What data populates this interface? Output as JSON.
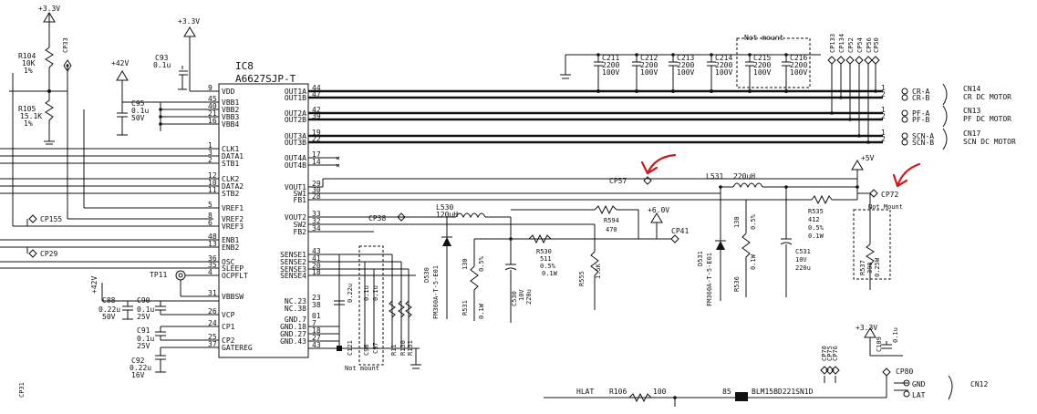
{
  "ic": {
    "ref": "IC8",
    "part": "A6627SJP-T",
    "left_pins": [
      {
        "name": "VDD",
        "num": "9"
      },
      {
        "name": "VBB1",
        "num": "45"
      },
      {
        "name": "VBB2",
        "num": "40"
      },
      {
        "name": "VBB3",
        "num": "21"
      },
      {
        "name": "VBB4",
        "num": "16"
      },
      {
        "name": "CLK1",
        "num": "1"
      },
      {
        "name": "DATA1",
        "num": "3"
      },
      {
        "name": "STB1",
        "num": "2"
      },
      {
        "name": "CLK2",
        "num": "12"
      },
      {
        "name": "DATA2",
        "num": "10"
      },
      {
        "name": "STB2",
        "num": "11"
      },
      {
        "name": "VREF1",
        "num": "5"
      },
      {
        "name": "VREF2",
        "num": "8"
      },
      {
        "name": "VREF3",
        "num": "6"
      },
      {
        "name": "ENB1",
        "num": "48"
      },
      {
        "name": "ENB2",
        "num": "13"
      },
      {
        "name": "OSC",
        "num": "36"
      },
      {
        "name": "SLEEP",
        "num": "35"
      },
      {
        "name": "OCPFLT",
        "num": "4"
      },
      {
        "name": "VBBSW",
        "num": "31"
      },
      {
        "name": "VCP",
        "num": "26"
      },
      {
        "name": "CP1",
        "num": "24"
      },
      {
        "name": "CP2",
        "num": "25"
      },
      {
        "name": "GATEREG",
        "num": "37"
      }
    ],
    "right_pins": [
      {
        "name": "OUT1A",
        "num": "44"
      },
      {
        "name": "OUT1B",
        "num": "47"
      },
      {
        "name": "OUT2A",
        "num": "42"
      },
      {
        "name": "OUT2B",
        "num": "39"
      },
      {
        "name": "OUT3A",
        "num": "19"
      },
      {
        "name": "OUT3B",
        "num": "22"
      },
      {
        "name": "OUT4A",
        "num": "17"
      },
      {
        "name": "OUT4B",
        "num": "14"
      },
      {
        "name": "VOUT1",
        "num": "29"
      },
      {
        "name": "SW1",
        "num": "30"
      },
      {
        "name": "FB1",
        "num": "28"
      },
      {
        "name": "VOUT2",
        "num": "33"
      },
      {
        "name": "SW2",
        "num": "32"
      },
      {
        "name": "FB2",
        "num": "34"
      },
      {
        "name": "SENSE1",
        "num": "43"
      },
      {
        "name": "SENSE2",
        "num": "41"
      },
      {
        "name": "SENSE3",
        "num": "20"
      },
      {
        "name": "SENSE4",
        "num": "18"
      },
      {
        "name": "NC_23",
        "num": "23"
      },
      {
        "name": "NC_38",
        "num": "38"
      },
      {
        "name": "GND_7",
        "num": "01"
      },
      {
        "name": "GND_18",
        "num": "7"
      },
      {
        "name": "GND_27",
        "num": "18"
      },
      {
        "name": "GND_43",
        "num": "27"
      },
      {
        "name": "",
        "num": "43"
      }
    ]
  },
  "power": {
    "v33_a": "+3.3V",
    "v33_b": "+3.3V",
    "v42": "+42V",
    "v42_side": "+42V",
    "v5": "+5V",
    "v6": "+6.0V",
    "v33_c": "+3.3V"
  },
  "parts": {
    "r104": [
      "R104",
      "10K",
      "1%"
    ],
    "r105": [
      "R105",
      "15.1K",
      "1%"
    ],
    "cp33": "CP33",
    "c93": [
      "C93",
      "0.1u"
    ],
    "c95": [
      "C95",
      "0.1u",
      "50V"
    ],
    "cp155": "CP155",
    "cp29": "CP29",
    "tp11": "TP11",
    "c88": [
      "C88",
      "0.22u",
      "50V"
    ],
    "c90": [
      "C90",
      "0.1u",
      "25V"
    ],
    "c91": [
      "C91",
      "0.1u",
      "25V"
    ],
    "c92": [
      "C92",
      "0.22u",
      "16V"
    ],
    "cp31": "CP31",
    "caps_top": [
      {
        "ref": "C211",
        "val": "2200",
        "v": "100V"
      },
      {
        "ref": "C212",
        "val": "2200",
        "v": "100V"
      },
      {
        "ref": "C213",
        "val": "2200",
        "v": "100V"
      },
      {
        "ref": "C214",
        "val": "2200",
        "v": "100V"
      },
      {
        "ref": "C215",
        "val": "2200",
        "v": "100V"
      },
      {
        "ref": "C216",
        "val": "2200",
        "v": "100V"
      }
    ],
    "not_mount_top": "Not mount",
    "cp_top": [
      "CP133",
      "CP134",
      "CP52",
      "CP54",
      "CP56",
      "CP50"
    ],
    "cp57": "CP57",
    "l531": [
      "L531",
      "220uH"
    ],
    "cp72": "CP72",
    "cp38": "CP38",
    "l530": [
      "L530",
      "120uH"
    ],
    "r594": [
      "R594",
      "470"
    ],
    "cp41": "CP41",
    "d530": [
      "D530",
      "FM360A-T-5-E01"
    ],
    "r531": [
      "R531",
      "130",
      "0.1W",
      "0.5%"
    ],
    "c530": [
      "C530",
      "10V",
      "220u"
    ],
    "r530": [
      "R530",
      "511",
      "0.5%",
      "0.1W"
    ],
    "r555": [
      "R555",
      "1.5K"
    ],
    "d531": [
      "D531",
      "FM360A-T-5-E01"
    ],
    "r536": [
      "R536",
      "130",
      "0.1W",
      "0.5%"
    ],
    "c531": [
      "C531",
      "10V",
      "220u"
    ],
    "r535": [
      "R535",
      "412",
      "0.5%",
      "0.1W"
    ],
    "r537": [
      "R537",
      "390",
      "0.25W"
    ],
    "not_mount_r": "Not Mount",
    "sense_caps": [
      "0.22u",
      "0.1u",
      "0.1u"
    ],
    "c121": "C121",
    "c96_c97": [
      "C96",
      "C97"
    ],
    "r_sense": [
      "R11",
      "R130",
      "R131"
    ],
    "not_mount_bot": "Not mount",
    "conn": [
      {
        "ref": "CN14",
        "desc": "CR DC MOTOR",
        "pins": [
          "CR-A",
          "CR-B"
        ]
      },
      {
        "ref": "CN13",
        "desc": "PF DC MOTOR",
        "pins": [
          "PF-A",
          "PF-B"
        ]
      },
      {
        "ref": "CN17",
        "desc": "SCN DC MOTOR",
        "pins": [
          "SCN-A",
          "SCN-B"
        ]
      }
    ],
    "cp_bottom": [
      "CP70",
      "CP75",
      "CP76"
    ],
    "c109": [
      "C109",
      "0.1u"
    ],
    "cp80": "CP80",
    "cn12": "CN12",
    "hlat": "HLAT",
    "r106": [
      "R106",
      "100"
    ],
    "bead": [
      "85",
      "BLM15BD221SN1D"
    ],
    "cn12_pins": [
      "GND",
      "LAT"
    ]
  }
}
